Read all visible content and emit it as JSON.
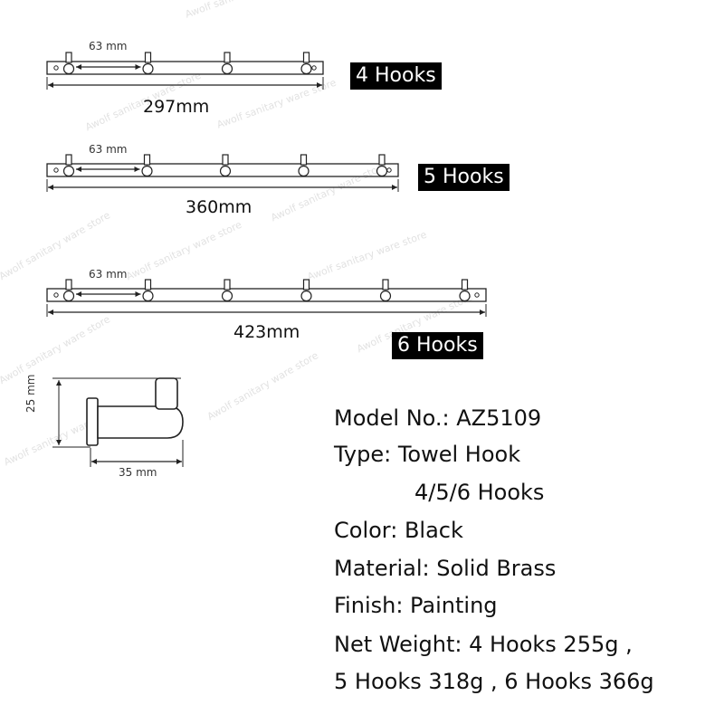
{
  "watermark_text": "Awolf sanitary ware store",
  "racks": [
    {
      "label": "4 Hooks",
      "hooks": 4,
      "spacing_label": "63 mm",
      "length_label": "297mm"
    },
    {
      "label": "5 Hooks",
      "hooks": 5,
      "spacing_label": "63 mm",
      "length_label": "360mm"
    },
    {
      "label": "6 Hooks",
      "hooks": 6,
      "spacing_label": "63 mm",
      "length_label": "423mm"
    }
  ],
  "side_view": {
    "height_label": "25 mm",
    "depth_label": "35 mm"
  },
  "specs": [
    "Model No.: AZ5109",
    "Type: Towel Hook",
    "4/5/6 Hooks",
    "Color: Black",
    "Material: Solid Brass",
    "Finish: Painting",
    "Net Weight: 4 Hooks 255g ,",
    "5 Hooks 318g , 6 Hooks 366g"
  ],
  "colors": {
    "line": "#222222",
    "label_bg": "#000000",
    "label_text": "#ffffff",
    "watermark": "#e2e2e2"
  }
}
